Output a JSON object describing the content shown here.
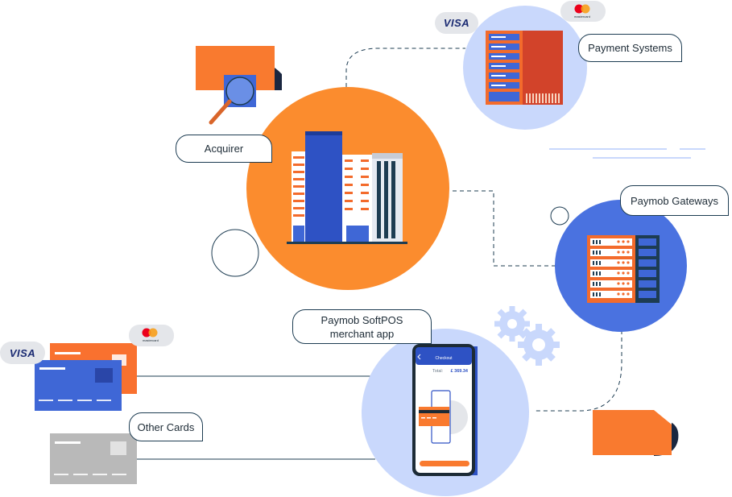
{
  "labels": {
    "payment_systems": "Payment Systems",
    "acquirer": "Acquirer",
    "gateways": "Paymob Gateways",
    "softpos_line1": "Paymob SoftPOS",
    "softpos_line2": "merchant app",
    "other_cards": "Other Cards"
  },
  "brands": {
    "visa": "VISA",
    "mastercard": "mastercard"
  },
  "phone": {
    "screen_title": "Checkout",
    "total_label": "Total:",
    "total_value": "£ 369.34"
  },
  "colors": {
    "orange": "#fb8c2e",
    "blue_dark": "#2e52c4",
    "blue_mid": "#4a72e0",
    "blue_light": "#c9d8fc",
    "navy": "#1d3c52",
    "card_orange": "#f9712f",
    "card_blue": "#3f67d6",
    "card_grey": "#b9b9b9"
  }
}
